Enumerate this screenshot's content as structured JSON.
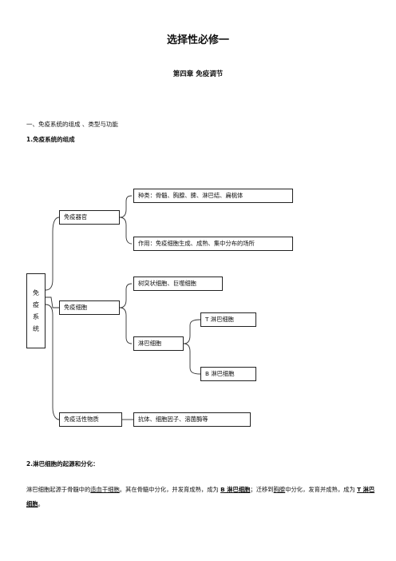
{
  "header": {
    "title": "选择性必修一",
    "chapter": "第四章 免疫调节"
  },
  "section1": {
    "heading": "一、免疫系统的组成 、类型与功能",
    "subheading": "1.免疫系统的组成"
  },
  "diagram": {
    "root_chars": [
      "免",
      "疫",
      "系",
      "统"
    ],
    "organ": "免疫器官",
    "organ_types": "种类：骨髓、胸腺、脾、淋巴结、扁桃体",
    "organ_function": "作用：免疫细胞生成、成熟、集中分布的场所",
    "cells": "免疫细胞",
    "dendritic": "树突状细胞、巨噬细胞",
    "lymphocyte": "淋巴细胞",
    "t_cell": "T 淋巴细胞",
    "b_cell": "B 淋巴细胞",
    "active_substance": "免疫活性物质",
    "active_examples": "抗体、细胞因子、溶菌酶等"
  },
  "section2": {
    "subheading": "2.淋巴细胞的起源和分化：",
    "p1": "淋巴细胞起源于骨髓中的",
    "p2": "造血干细胞",
    "p3": "。其在骨髓中分化，并发育成熟，成为 ",
    "p4": "B 淋巴细胞",
    "p5": "；迁移到",
    "p6": "胸腺",
    "p7": "中分化，发育并成熟，成为 ",
    "p8": "T 淋巴细胞",
    "p9": "。"
  }
}
